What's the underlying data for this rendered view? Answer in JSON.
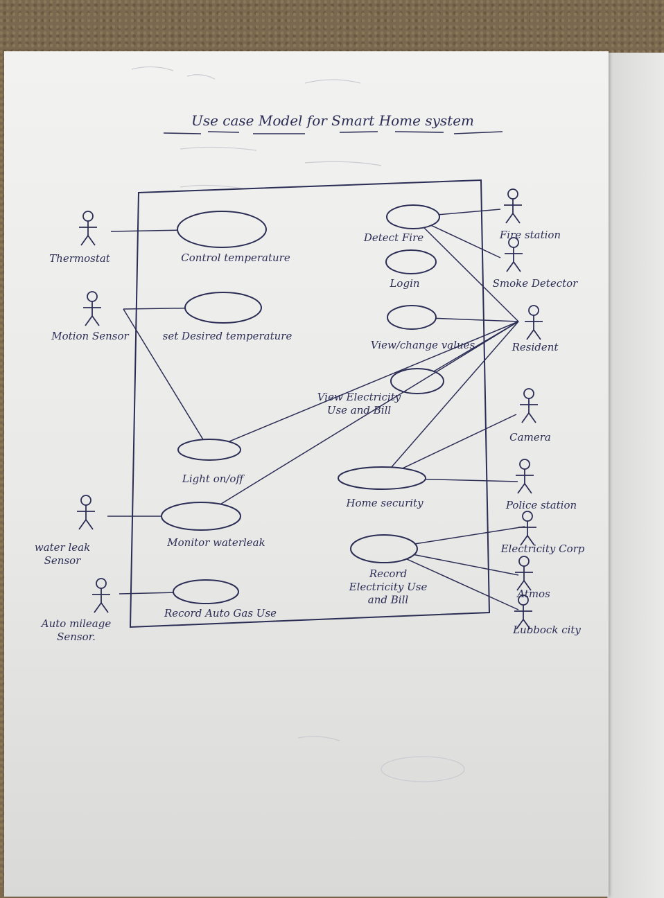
{
  "title": "Use case Model for Smart Home system",
  "actors": [
    {
      "id": "thermostat",
      "label": "Thermostat"
    },
    {
      "id": "motion",
      "label": "Motion Sensor"
    },
    {
      "id": "water",
      "label": "water leak\nSensor"
    },
    {
      "id": "auto",
      "label": "Auto mileage\nSensor."
    },
    {
      "id": "fire",
      "label": "Fire station"
    },
    {
      "id": "smoke",
      "label": "Smoke Detector"
    },
    {
      "id": "resident",
      "label": "Resident"
    },
    {
      "id": "camera",
      "label": "Camera"
    },
    {
      "id": "police",
      "label": "Police station"
    },
    {
      "id": "elec",
      "label": "Electricity Corp"
    },
    {
      "id": "atmos",
      "label": "Atmos"
    },
    {
      "id": "lubbock",
      "label": "Lubbock city"
    }
  ],
  "use_cases": [
    {
      "id": "uc_ct",
      "label": "Control temperature"
    },
    {
      "id": "uc_sdt",
      "label": "set Desired temperature"
    },
    {
      "id": "uc_light",
      "label": "Light on/off"
    },
    {
      "id": "uc_water",
      "label": "Monitor waterleak"
    },
    {
      "id": "uc_gas",
      "label": "Record Auto Gas Use"
    },
    {
      "id": "uc_fire",
      "label": "Detect Fire"
    },
    {
      "id": "uc_login",
      "label": "Login"
    },
    {
      "id": "uc_view",
      "label": "View/change values"
    },
    {
      "id": "uc_elecview",
      "label": "View Electricity\nUse and Bill"
    },
    {
      "id": "uc_sec",
      "label": "Home security"
    },
    {
      "id": "uc_record",
      "label": "Record\nElectricity Use\nand Bill"
    }
  ],
  "associations": [
    [
      "thermostat",
      "uc_ct"
    ],
    [
      "motion",
      "uc_sdt"
    ],
    [
      "motion",
      "uc_light"
    ],
    [
      "water",
      "uc_water"
    ],
    [
      "auto",
      "uc_gas"
    ],
    [
      "uc_fire",
      "fire"
    ],
    [
      "uc_fire",
      "smoke"
    ],
    [
      "uc_fire",
      "resident"
    ],
    [
      "uc_view",
      "resident"
    ],
    [
      "uc_elecview",
      "resident"
    ],
    [
      "uc_light",
      "resident"
    ],
    [
      "uc_water",
      "resident"
    ],
    [
      "uc_sec",
      "resident"
    ],
    [
      "uc_sec",
      "camera"
    ],
    [
      "uc_sec",
      "police"
    ],
    [
      "uc_record",
      "elec"
    ],
    [
      "uc_record",
      "atmos"
    ],
    [
      "uc_record",
      "lubbock"
    ]
  ],
  "colors": {
    "ink": "#2b2d55",
    "paper": "#f0f0ee"
  }
}
